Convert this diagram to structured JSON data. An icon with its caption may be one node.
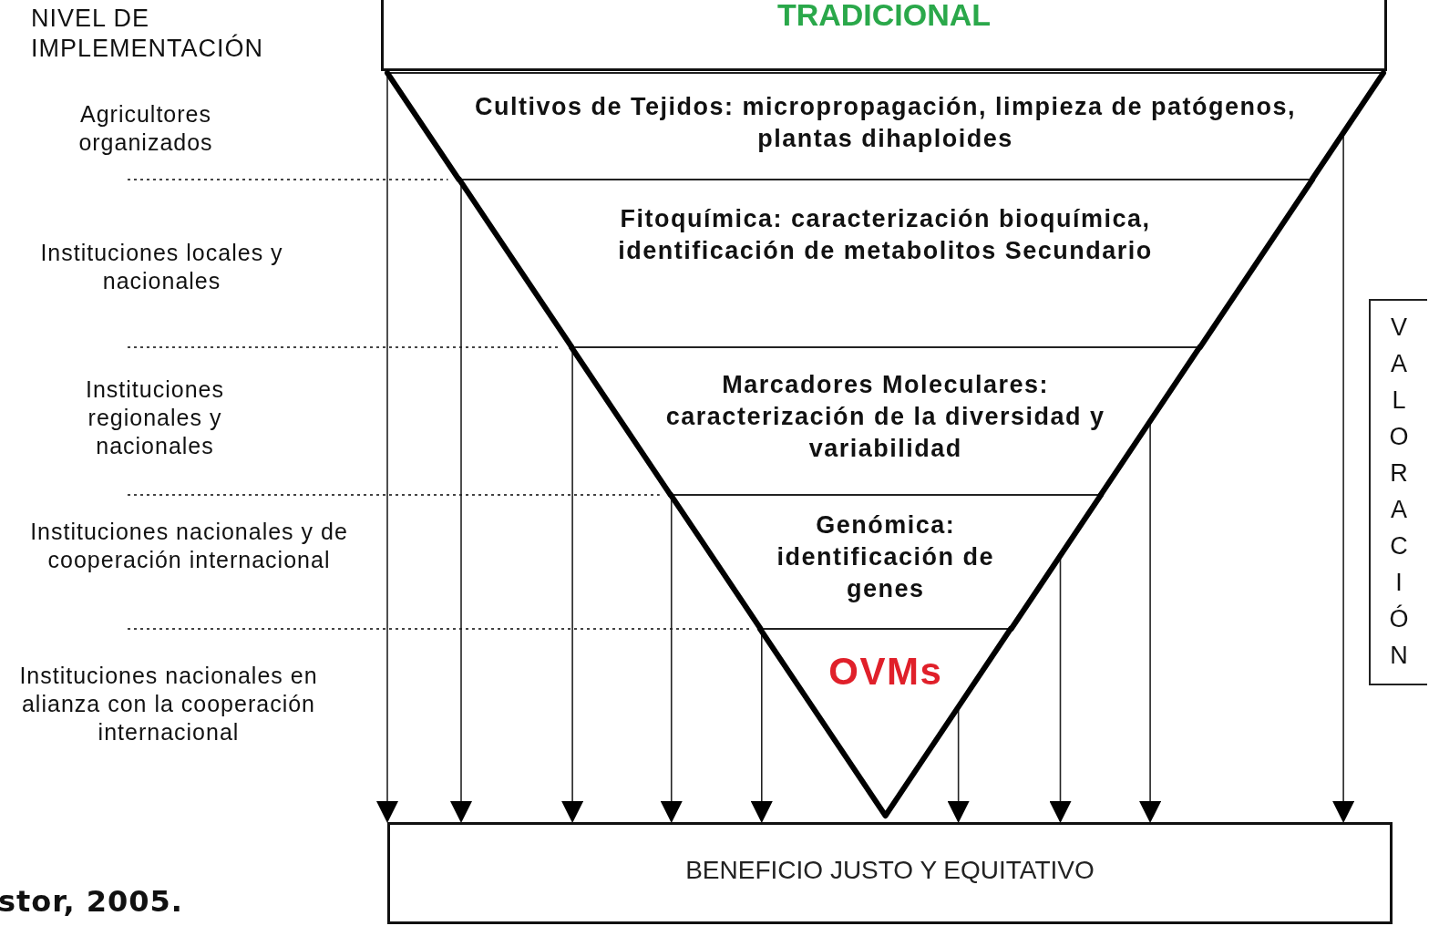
{
  "diagram": {
    "nodes": [
      {
        "text": [
          "TRADICIONAL"
        ]
      },
      {
        "text": [
          "Cultivos de Tejidos: micropropagación, limpieza de patógenos, plantas dihaploides"
        ]
      },
      {
        "text": [
          "Fitoquímica: caracterización bioquímica, identificación de metabolitos Secundario"
        ]
      },
      {
        "text": [
          "Marcadores Moleculares: caracterización de la diversidad y variabilidad"
        ]
      },
      {
        "text": [
          "Genómica: identificación de genes"
        ]
      },
      {
        "text": [
          "OVMs"
        ]
      },
      {
        "text": [
          "BENEFICIO JUSTO Y EQUITATIVO"
        ]
      },
      {
        "text": [
          "VALORACIÓN"
        ]
      }
    ],
    "edges": [
      {
        "from": 1,
        "to": 6,
        "arrow": "to"
      },
      {
        "from": 2,
        "to": 6,
        "arrow": "to"
      },
      {
        "from": 3,
        "to": 6,
        "arrow": "to"
      },
      {
        "from": 4,
        "to": 6,
        "arrow": "to"
      },
      {
        "from": 5,
        "to": 6,
        "arrow": "to"
      },
      {
        "from": 5,
        "to": 6,
        "arrow": "to"
      },
      {
        "from": 4,
        "to": 6,
        "arrow": "to"
      },
      {
        "from": 3,
        "to": 6,
        "arrow": "to"
      },
      {
        "from": 1,
        "to": 6,
        "arrow": "to"
      }
    ],
    "labels": [
      "NIVEL DE IMPLEMENTACIÓN",
      "Agricultores organizados",
      "Instituciones locales y nacionales",
      "Instituciones regionales y nacionales",
      "Instituciones nacionales y de cooperación internacional",
      "Instituciones nacionales en alianza con la cooperación internacional",
      "stor, 2005."
    ]
  }
}
